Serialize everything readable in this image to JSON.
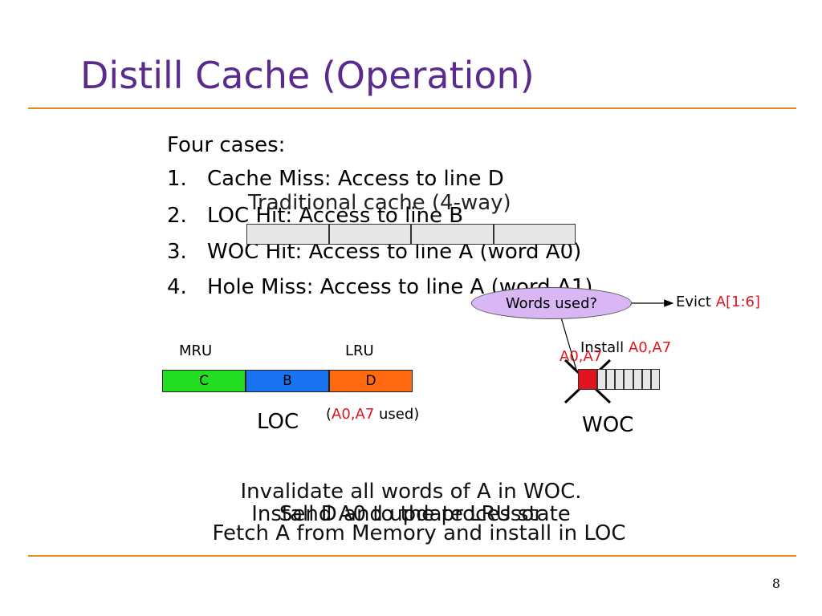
{
  "title": "Distill Cache (Operation)",
  "cases": {
    "intro": "Four cases:",
    "items": [
      {
        "num": "1.",
        "text": "Cache Miss: Access to line D"
      },
      {
        "num": "2.",
        "text": "LOC Hit: Access to line B"
      },
      {
        "num": "3.",
        "text": "WOC Hit: Access to line A (word A0)"
      },
      {
        "num": "4.",
        "text": "Hole Miss: Access to line A (word A1)"
      }
    ]
  },
  "traditional": {
    "label": "Traditional cache (4-way)",
    "ways": [
      "",
      "",
      "",
      ""
    ]
  },
  "loc": {
    "mru_label": "MRU",
    "lru_label": "LRU",
    "cells": [
      {
        "label": "C",
        "color": "#22dd22"
      },
      {
        "label": "B",
        "color": "#1a73f0"
      },
      {
        "label": "D",
        "color": "#ff6a10"
      }
    ],
    "name": "LOC",
    "used_open": "(",
    "used_words": "A0,A7",
    "used_close": " used)"
  },
  "woc": {
    "bubble": "Words used?",
    "evict_label": "Evict ",
    "evict_words": "A[1:6]",
    "install_label": "Install ",
    "install_words": "A0,A7",
    "entry_words": "A0,A7",
    "name": "WOC",
    "cells": [
      "",
      "",
      "",
      "",
      "",
      "",
      "",
      ""
    ]
  },
  "bottom_text": {
    "line1": "Invalidate all words of A in WOC.",
    "line2": "Fetch A from Memory and install in LOC",
    "overlay_a": "Install D and update LRU state",
    "overlay_b": "Send A0 to the processor"
  },
  "page_number": "8",
  "colors": {
    "title": "#5a2a8c",
    "rule": "#e0872a",
    "highlight": "#e0141e",
    "bubble": "#d9b7f5"
  }
}
